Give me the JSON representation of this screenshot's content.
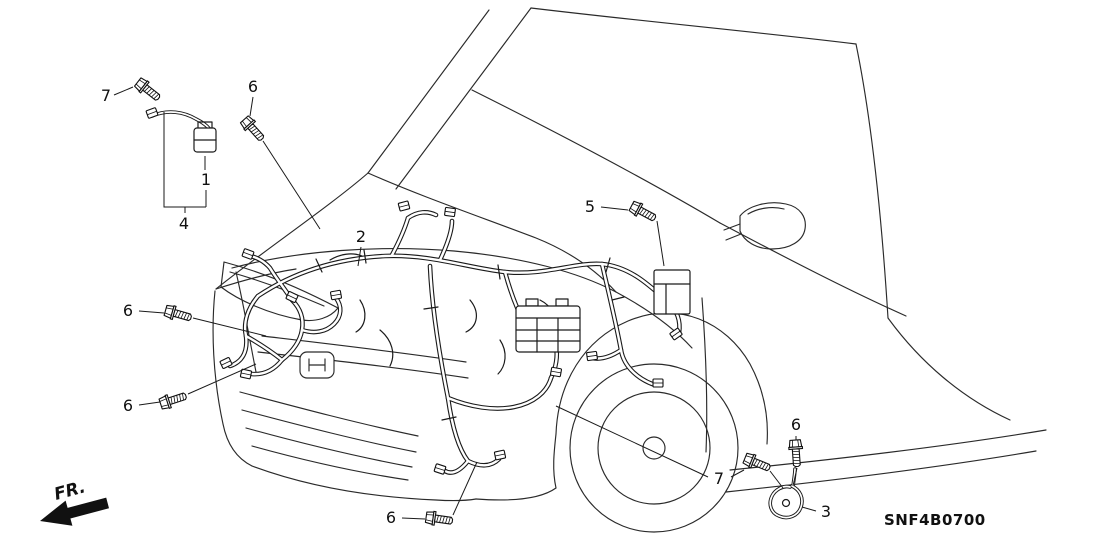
{
  "canvas": {
    "background": "#ffffff",
    "line_color": "#1a1a1a"
  },
  "diagram": {
    "type": "vehicle-wire-harness-parts-diagram",
    "drawing_code": "SNF4B0700",
    "direction_label": "FR.",
    "callouts": [
      {
        "label": "7"
      },
      {
        "label": "6"
      },
      {
        "label": "1"
      },
      {
        "label": "4"
      },
      {
        "label": "2"
      },
      {
        "label": "5"
      },
      {
        "label": "6"
      },
      {
        "label": "6"
      },
      {
        "label": "6"
      },
      {
        "label": "7"
      },
      {
        "label": "6"
      },
      {
        "label": "3"
      }
    ]
  }
}
